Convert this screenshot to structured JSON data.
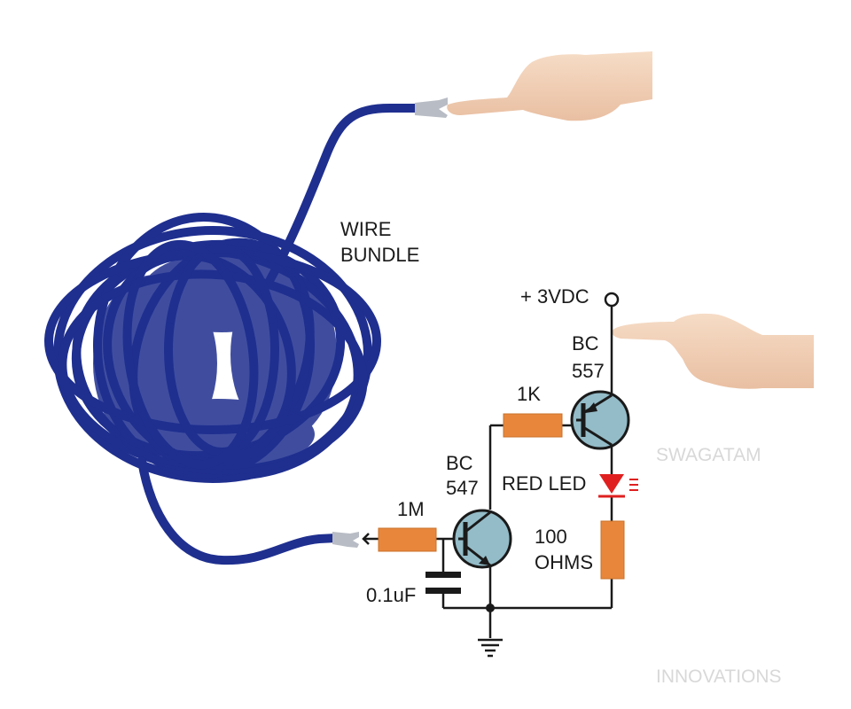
{
  "diagram": {
    "title": "Wire bundle touch sensor circuit",
    "labels": {
      "wire_bundle_line1": "WIRE",
      "wire_bundle_line2": "BUNDLE",
      "supply": "+ 3VDC",
      "q2_line1": "BC",
      "q2_line2": "557",
      "q1_line1": "BC",
      "q1_line2": "547",
      "r1": "1K",
      "r2": "1M",
      "r3_line1": "100",
      "r3_line2": "OHMS",
      "capacitor": "0.1uF",
      "led": "RED LED"
    },
    "watermark": {
      "line1": "SWAGATAM",
      "line2": "INNOVATIONS"
    },
    "components": [
      {
        "id": "Q1",
        "type": "NPN transistor",
        "part": "BC547"
      },
      {
        "id": "Q2",
        "type": "PNP transistor",
        "part": "BC557"
      },
      {
        "id": "R1",
        "type": "resistor",
        "value": "1K"
      },
      {
        "id": "R2",
        "type": "resistor",
        "value": "1M"
      },
      {
        "id": "R3",
        "type": "resistor",
        "value": "100 OHMS"
      },
      {
        "id": "C1",
        "type": "capacitor",
        "value": "0.1uF"
      },
      {
        "id": "D1",
        "type": "LED",
        "color": "red"
      }
    ],
    "colors": {
      "wire": "#1f2f8f",
      "resistor": "#e8873c",
      "transistor": "#93bcc8",
      "led": "#e02020",
      "skin": "#f4d2b8",
      "probe": "#b8bcc4"
    }
  }
}
